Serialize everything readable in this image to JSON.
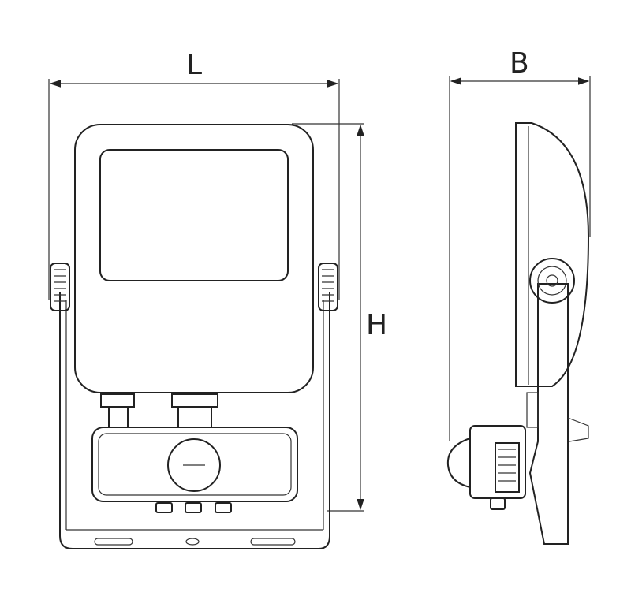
{
  "dimensions": {
    "length_label": "L",
    "width_label": "B",
    "height_label": "H"
  },
  "colors": {
    "stroke": "#222222",
    "background": "#ffffff"
  }
}
